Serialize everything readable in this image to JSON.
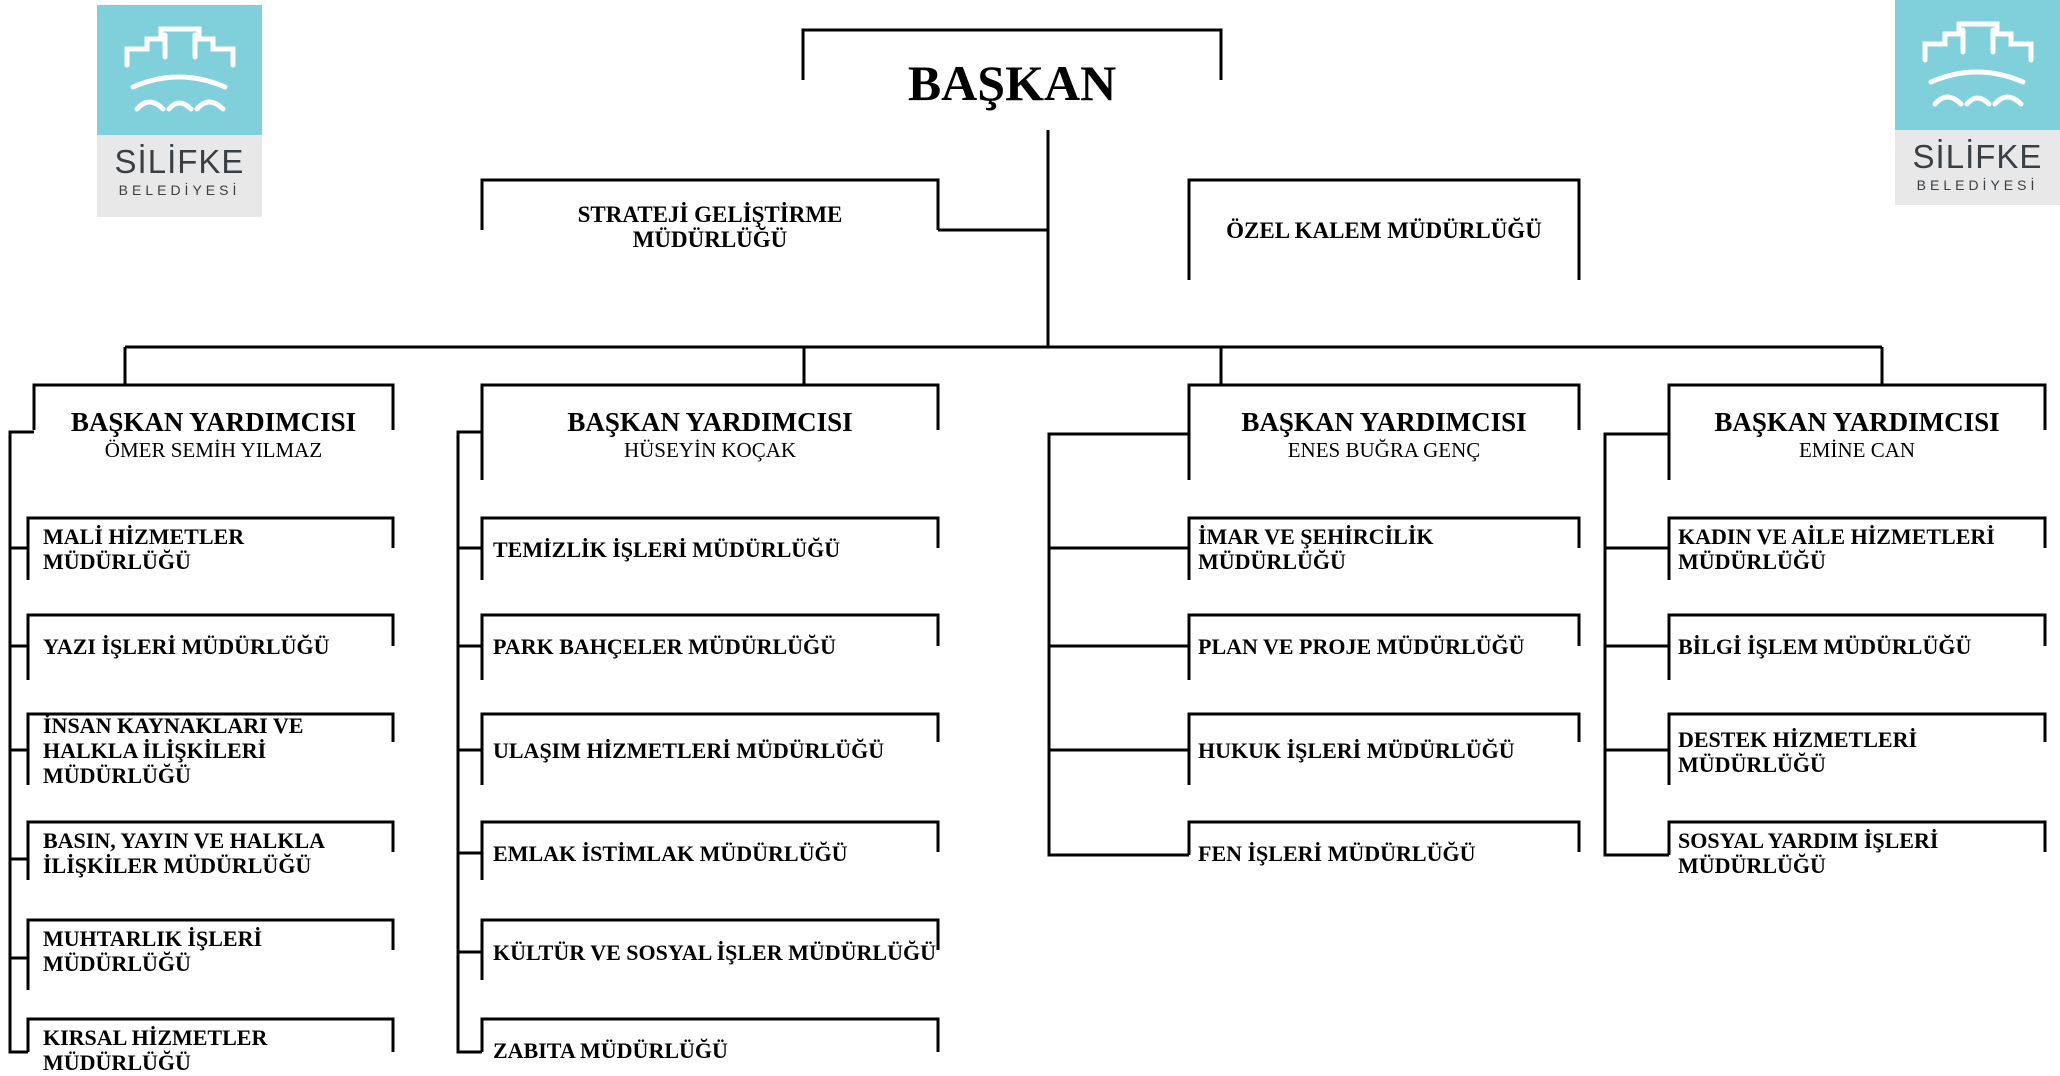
{
  "logo": {
    "name": "SİLİFKE",
    "sub": "BELEDİYESİ"
  },
  "top": {
    "title": "BAŞKAN"
  },
  "staff": {
    "strateji": "STRATEJİ GELİŞTİRME\nMÜDÜRLÜĞÜ",
    "ozel_kalem": "ÖZEL KALEM MÜDÜRLÜĞÜ"
  },
  "vps": [
    {
      "title": "BAŞKAN YARDIMCISI",
      "name": "ÖMER SEMİH YILMAZ",
      "units": [
        "MALİ HİZMETLER\nMÜDÜRLÜĞÜ",
        "YAZI İŞLERİ MÜDÜRLÜĞÜ",
        "İNSAN KAYNAKLARI VE\nHALKLA İLİŞKİLERİ\nMÜDÜRLÜĞÜ",
        "BASIN, YAYIN VE HALKLA\nİLİŞKİLER MÜDÜRLÜĞÜ",
        "MUHTARLIK İŞLERİ\nMÜDÜRLÜĞÜ",
        "KIRSAL HİZMETLER\nMÜDÜRLÜĞÜ"
      ]
    },
    {
      "title": "BAŞKAN YARDIMCISI",
      "name": "HÜSEYİN KOÇAK",
      "units": [
        "TEMİZLİK İŞLERİ MÜDÜRLÜĞÜ",
        "PARK BAHÇELER MÜDÜRLÜĞÜ",
        "ULAŞIM HİZMETLERİ MÜDÜRLÜĞÜ",
        "EMLAK İSTİMLAK MÜDÜRLÜĞÜ",
        "KÜLTÜR VE SOSYAL İŞLER MÜDÜRLÜĞÜ",
        "ZABITA MÜDÜRLÜĞÜ"
      ]
    },
    {
      "title": "BAŞKAN YARDIMCISI",
      "name": "ENES BUĞRA GENÇ",
      "units": [
        "İMAR VE ŞEHİRCİLİK\nMÜDÜRLÜĞÜ",
        "PLAN VE PROJE MÜDÜRLÜĞÜ",
        "HUKUK İŞLERİ MÜDÜRLÜĞÜ",
        "FEN İŞLERİ MÜDÜRLÜĞÜ"
      ]
    },
    {
      "title": "BAŞKAN YARDIMCISI",
      "name": "EMİNE CAN",
      "units": [
        "KADIN VE AİLE HİZMETLERİ\nMÜDÜRLÜĞÜ",
        "BİLGİ İŞLEM MÜDÜRLÜĞÜ",
        "DESTEK HİZMETLERİ\nMÜDÜRLÜĞÜ",
        "SOSYAL YARDIM İŞLERİ\nMÜDÜRLÜĞÜ"
      ]
    }
  ]
}
